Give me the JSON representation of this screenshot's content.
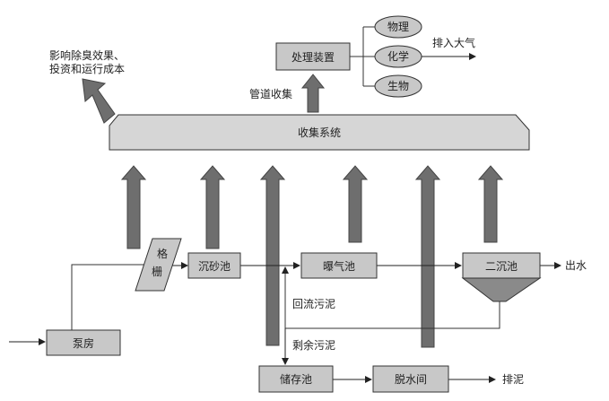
{
  "boxes": {
    "treatment_device": "处理装置",
    "collection_system": "收集系统",
    "grit_chamber": "沉砂池",
    "aeration_tank": "曝气池",
    "secondary_clarifier": "二沉池",
    "pump_house": "泵房",
    "storage_tank": "储存池",
    "dewatering_room": "脱水间",
    "screen_line1": "格",
    "screen_line2": "栅"
  },
  "methods": [
    "物理",
    "化学",
    "生物"
  ],
  "labels": {
    "impact_line1": "影响除臭效果、",
    "impact_line2": "投资和运行成本",
    "pipe_collection": "管道收集",
    "discharge_air": "排入大气",
    "outflow_water": "出水",
    "return_sludge": "回流污泥",
    "excess_sludge": "剩余污泥",
    "discharge_sludge": "排泥"
  },
  "colors": {
    "box_fill": "#c8c8c8",
    "arrow_fill": "#6e6e6e",
    "line": "#333333",
    "collection_fill": "#d6d6d6",
    "hopper_fill": "#8a8a8a"
  }
}
